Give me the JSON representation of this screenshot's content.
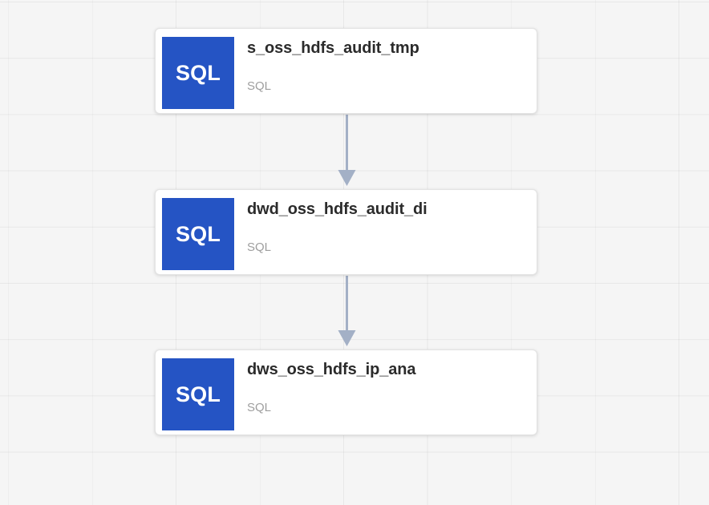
{
  "canvas": {
    "background_color": "#f5f5f5",
    "grid_line_color": "#e8e8e8",
    "grid_cell_width": 104,
    "grid_cell_height": 70
  },
  "graph": {
    "type": "lineage-dag",
    "nodes": [
      {
        "id": "node-0",
        "title": "s_oss_hdfs_audit_tmp",
        "subtitle": "SQL",
        "icon_label": "SQL",
        "icon_color": "#2554c4"
      },
      {
        "id": "node-1",
        "title": "dwd_oss_hdfs_audit_di",
        "subtitle": "SQL",
        "icon_label": "SQL",
        "icon_color": "#2554c4"
      },
      {
        "id": "node-2",
        "title": "dws_oss_hdfs_ip_ana",
        "subtitle": "SQL",
        "icon_label": "SQL",
        "icon_color": "#2554c4"
      }
    ],
    "edges": [
      {
        "id": "edge-0",
        "from": "node-0",
        "to": "node-1",
        "color": "#a3b0c6"
      },
      {
        "id": "edge-1",
        "from": "node-1",
        "to": "node-2",
        "color": "#a3b0c6"
      }
    ]
  }
}
